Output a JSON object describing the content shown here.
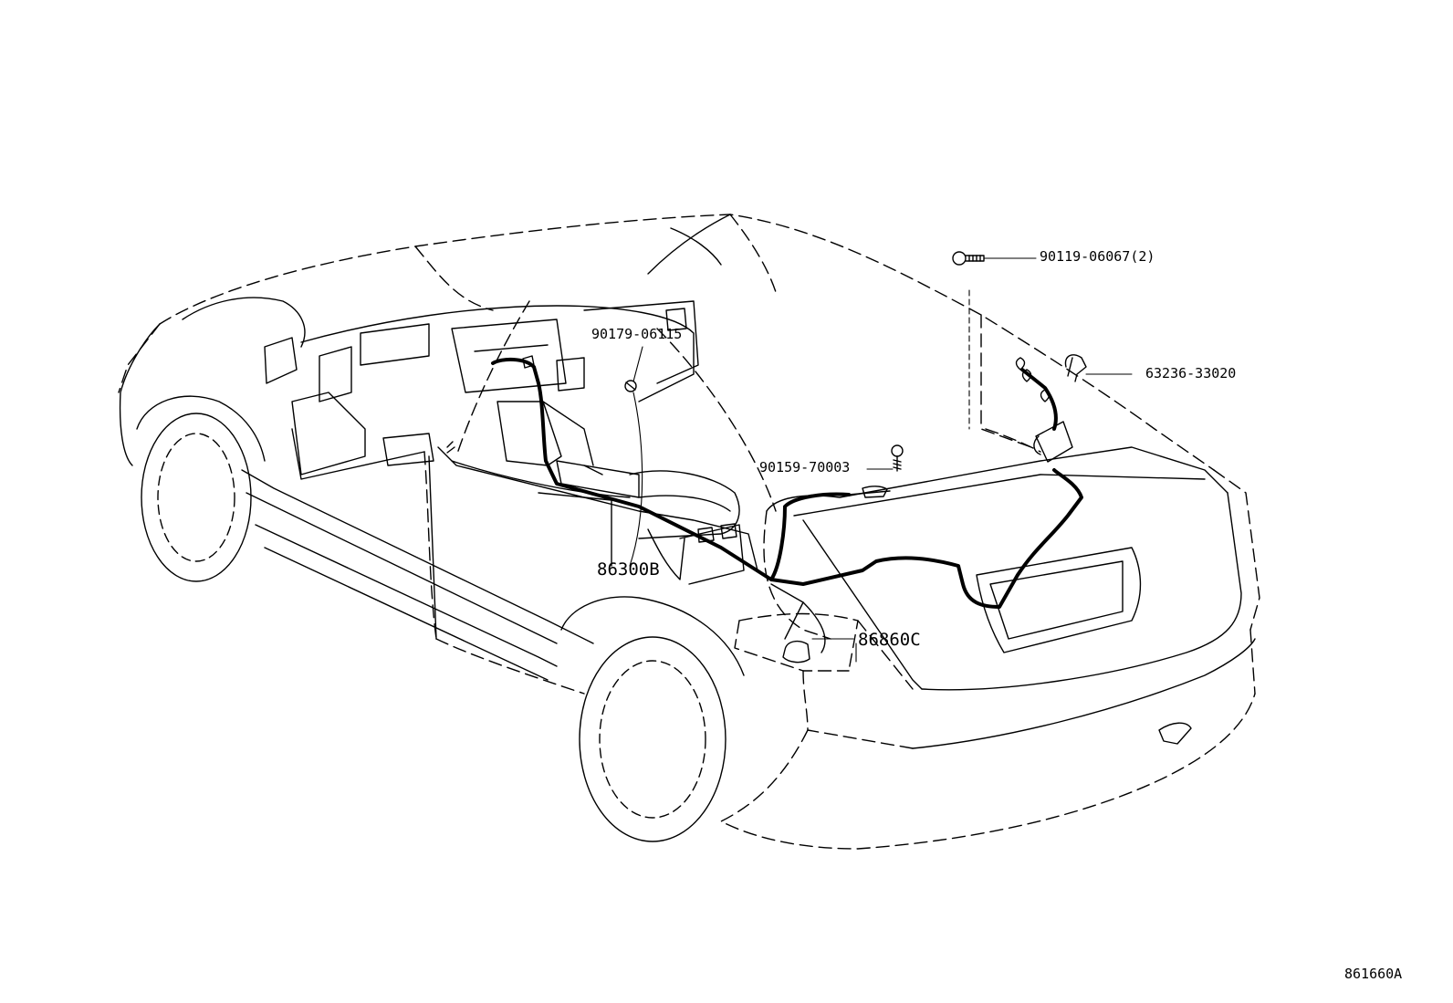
{
  "colors": {
    "ink": "#000000",
    "paper": "#ffffff"
  },
  "callouts": {
    "bolt_top": "90119-06067(2)",
    "clamp_dash": "90179-06115",
    "bracket": "63236-33020",
    "screw": "90159-70003",
    "amplifier": "86300B",
    "cord": "86860C"
  },
  "drawing_code": "861660A"
}
